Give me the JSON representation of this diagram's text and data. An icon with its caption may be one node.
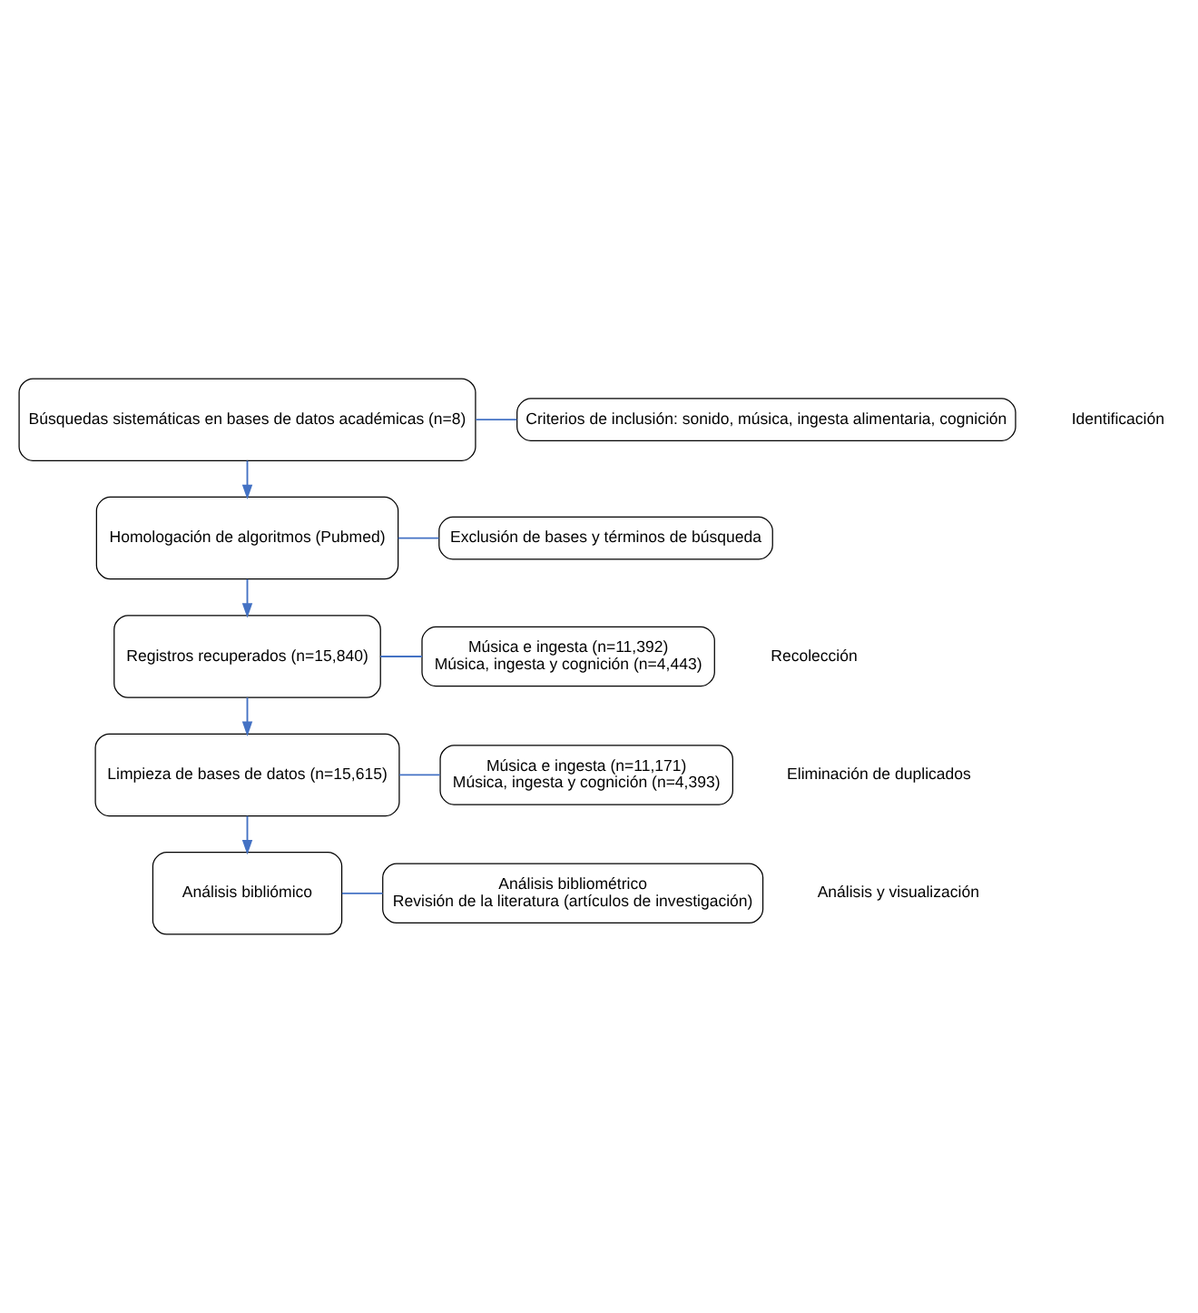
{
  "diagram": {
    "nodes": [
      {
        "text": [
          "Búsquedas sistemáticas en bases de datos académicas (n=8)"
        ]
      },
      {
        "text": [
          "Criterios de inclusión: sonido, música, ingesta alimentaria, cognición"
        ]
      },
      {
        "text": [
          "Homologación de algoritmos (Pubmed)"
        ]
      },
      {
        "text": [
          "Exclusión de bases y términos de búsqueda"
        ]
      },
      {
        "text": [
          "Registros recuperados (n=15,840)"
        ]
      },
      {
        "text": [
          "Música e ingesta (n=11,392)",
          "Música, ingesta y cognición (n=4,443)"
        ]
      },
      {
        "text": [
          "Limpieza de bases de datos (n=15,615)"
        ]
      },
      {
        "text": [
          "Música e ingesta (n=11,171)",
          "Música, ingesta y cognición (n=4,393)"
        ]
      },
      {
        "text": [
          "Análisis bibliómico"
        ]
      },
      {
        "text": [
          "Análisis bibliométrico",
          "Revisión de la literatura (artículos de investigación)"
        ]
      }
    ],
    "edges": [
      {
        "from": 0,
        "to": 2,
        "arrow": "to"
      },
      {
        "from": 2,
        "to": 4,
        "arrow": "to"
      },
      {
        "from": 4,
        "to": 6,
        "arrow": "to"
      },
      {
        "from": 6,
        "to": 8,
        "arrow": "to"
      },
      {
        "from": 0,
        "to": 1,
        "arrow": "none"
      },
      {
        "from": 2,
        "to": 3,
        "arrow": "none"
      },
      {
        "from": 4,
        "to": 5,
        "arrow": "none"
      },
      {
        "from": 6,
        "to": 7,
        "arrow": "none"
      },
      {
        "from": 8,
        "to": 9,
        "arrow": "none"
      }
    ],
    "labels": [
      "Identificación",
      "Recolección",
      "Eliminación de duplicados",
      "Análisis y visualización"
    ]
  }
}
